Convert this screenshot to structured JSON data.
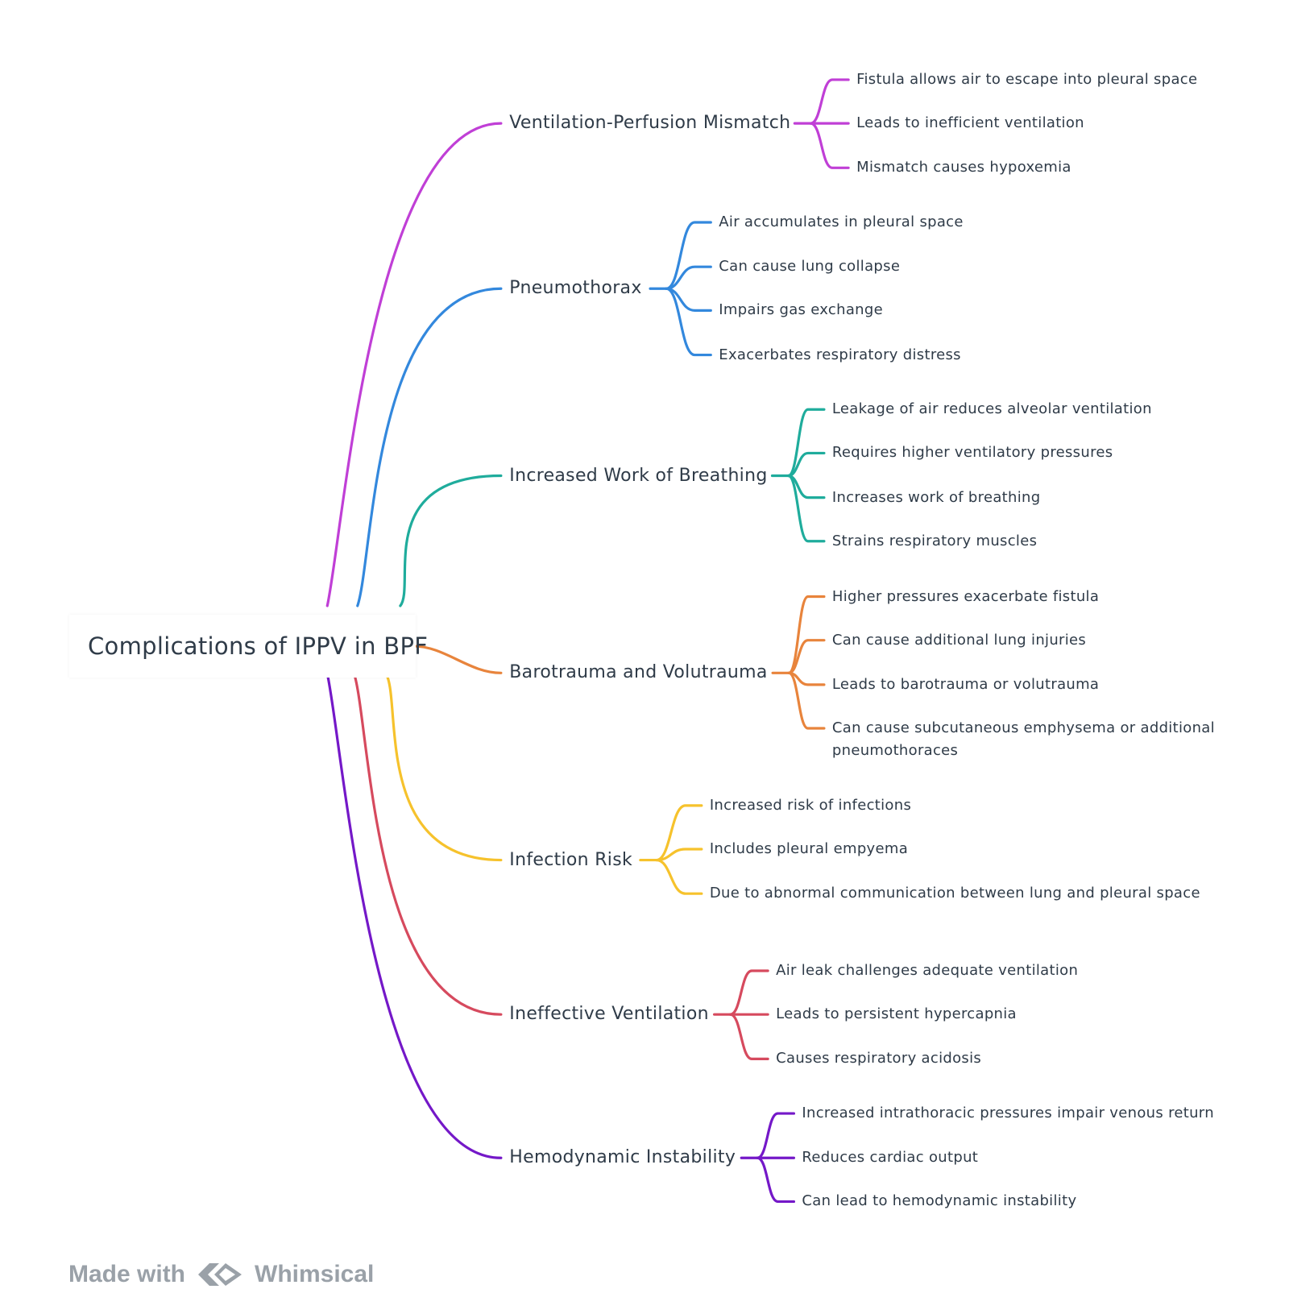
{
  "root": {
    "label": "Complications of IPPV in BPF"
  },
  "branches": [
    {
      "label": "Ventilation-Perfusion Mismatch",
      "color": "#c03fd6",
      "children": [
        "Fistula allows air to escape into pleural space",
        "Leads to inefficient ventilation",
        "Mismatch causes hypoxemia"
      ]
    },
    {
      "label": "Pneumothorax",
      "color": "#3388dd",
      "children": [
        "Air accumulates in pleural space",
        "Can cause lung collapse",
        "Impairs gas exchange",
        "Exacerbates respiratory distress"
      ]
    },
    {
      "label": "Increased Work of Breathing",
      "color": "#1fac9c",
      "children": [
        "Leakage of air reduces alveolar ventilation",
        "Requires higher ventilatory pressures",
        "Increases work of breathing",
        "Strains respiratory muscles"
      ]
    },
    {
      "label": "Barotrauma and Volutrauma",
      "color": "#e8843c",
      "children": [
        "Higher pressures exacerbate fistula",
        "Can cause additional lung injuries",
        "Leads to barotrauma or volutrauma",
        "Can cause subcutaneous emphysema or additional pneumothoraces"
      ]
    },
    {
      "label": "Infection Risk",
      "color": "#f6c22c",
      "children": [
        "Increased risk of infections",
        "Includes pleural empyema",
        "Due to abnormal communication between lung and pleural space"
      ]
    },
    {
      "label": "Ineffective Ventilation",
      "color": "#d64a5e",
      "children": [
        "Air leak challenges adequate ventilation",
        "Leads to persistent hypercapnia",
        "Causes respiratory acidosis"
      ]
    },
    {
      "label": "Hemodynamic Instability",
      "color": "#7418c8",
      "children": [
        "Increased intrathoracic pressures impair venous return",
        "Reduces cardiac output",
        "Can lead to hemodynamic instability"
      ]
    }
  ],
  "watermark": {
    "made_with": "Made with",
    "brand": "Whimsical",
    "icon": "whimsical-logo-icon"
  }
}
